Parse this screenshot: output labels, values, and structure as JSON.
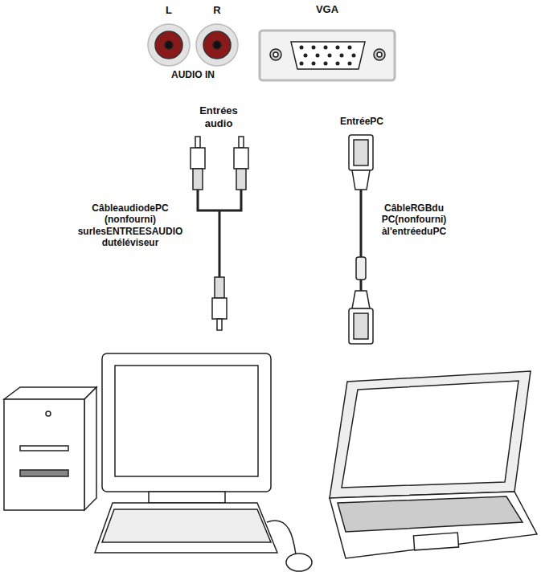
{
  "diagram": {
    "labels": [
      "L",
      "R",
      "VGA",
      "AUDIO IN",
      "Entrées audio",
      "EntréePC",
      "CâbleaudiodePC (nonfourni) surlesENTREESAUDIO dutéléviseur",
      "CâbleRGBdu PC(nonfourni) àl'entréeduPC"
    ]
  }
}
